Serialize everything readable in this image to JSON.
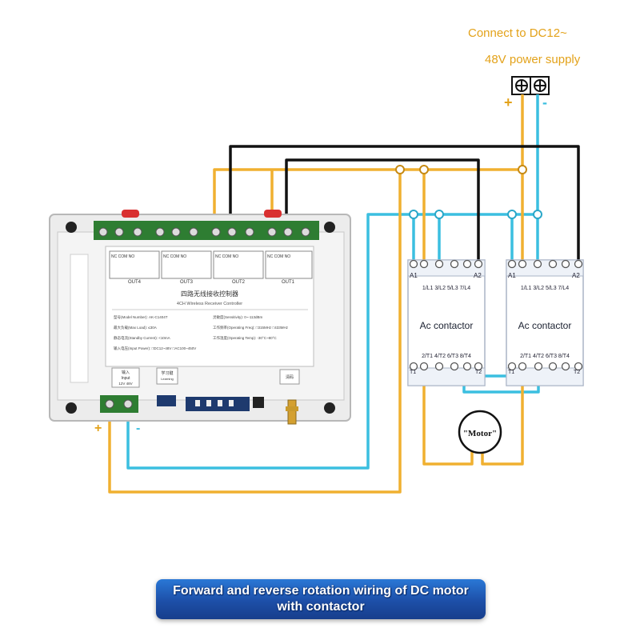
{
  "header": {
    "supply_line1": "Connect to DC12~",
    "supply_line2": "48V power supply",
    "terminal_plus": "+",
    "terminal_minus": "-"
  },
  "controller": {
    "chinese_title": "四路无线接收控制器",
    "english_title": "4CH Wireless Receiver Controller",
    "outputs": [
      "OUT4",
      "OUT3",
      "OUT2",
      "OUT1"
    ],
    "relay_contacts": [
      "NC",
      "COM",
      "NO"
    ],
    "specs": [
      "型号(Model Number): AK-C1404T",
      "最大负载(Max Load): ≤30A",
      "静态电流(Standby Current): <10mA",
      "输入电压(Input Power): □DC12~48V  □AC100~450V",
      "灵敏度(Sensitivity): 0~-113dBm",
      "工作频率(Operating Freq): □315MHz □433MHz",
      "工作温度(Operating Temp): -30°C~80°C"
    ],
    "input_label_cn": "输入",
    "input_label_en": "Input",
    "input_spec": "12V  48V",
    "learn_label_cn": "学习键",
    "learn_label_en": "Learning",
    "clear_label_cn": "清码",
    "input_plus": "+",
    "input_minus": "-"
  },
  "contactors": [
    {
      "title": "Ac contactor",
      "coil_left": "A1",
      "coil_right": "A2",
      "top_terminals": "1/L1  3/L2  5/L3  7/L4",
      "bottom_terminals": "2/T1  4/T2  6/T3  8/T4",
      "load_left": "T1",
      "load_right": "T2"
    },
    {
      "title": "Ac contactor",
      "coil_left": "A1",
      "coil_right": "A2",
      "top_terminals": "1/L1  3/L2  5/L3  7/L4",
      "bottom_terminals": "2/T1  4/T2  6/T3  8/T4",
      "load_left": "T1",
      "load_right": "T2"
    }
  ],
  "motor": {
    "label": "\"Motor\""
  },
  "banner": {
    "line1": "Forward and reverse rotation wiring of DC motor",
    "line2": "with contactor"
  },
  "colors": {
    "positive_wire": "#f0b030",
    "negative_wire": "#3bbfe0",
    "coil_wire": "#111111",
    "label_text": "#e3a21a",
    "banner_start": "#2a78d6",
    "banner_end": "#173e8c",
    "terminal_green": "#2e7d32"
  }
}
